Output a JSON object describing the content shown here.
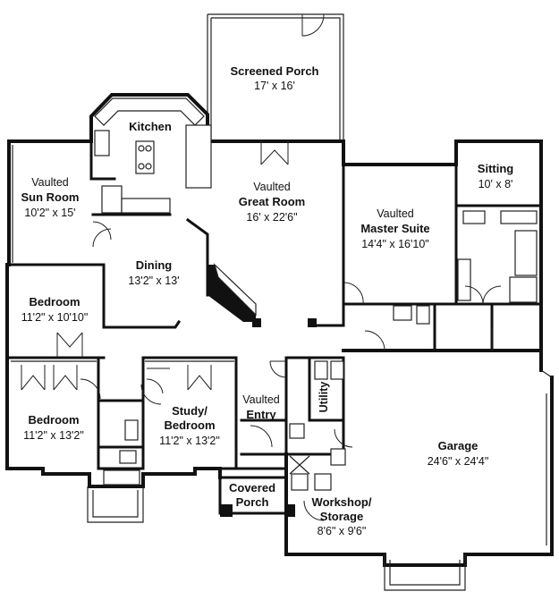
{
  "rooms": {
    "screened_porch": {
      "name": "Screened Porch",
      "dims": "17' x 16'"
    },
    "kitchen": {
      "name": "Kitchen"
    },
    "sun_room": {
      "prefix": "Vaulted",
      "name": "Sun Room",
      "dims": "10'2\" x 15'"
    },
    "great_room": {
      "prefix": "Vaulted",
      "name": "Great Room",
      "dims": "16' x 22'6\""
    },
    "master_suite": {
      "prefix": "Vaulted",
      "name": "Master Suite",
      "dims": "14'4\" x 16'10\""
    },
    "sitting": {
      "name": "Sitting",
      "dims": "10' x 8'"
    },
    "dining": {
      "name": "Dining",
      "dims": "13'2\" x 13'"
    },
    "bedroom_upper": {
      "name": "Bedroom",
      "dims": "11'2\" x 10'10\""
    },
    "bedroom_lower": {
      "name": "Bedroom",
      "dims": "11'2\" x 13'2\""
    },
    "study": {
      "line1": "Study/",
      "line2": "Bedroom",
      "dims": "11'2\" x 13'2\""
    },
    "entry": {
      "prefix": "Vaulted",
      "name": "Entry"
    },
    "utility": {
      "name": "Utility"
    },
    "garage": {
      "name": "Garage",
      "dims": "24'6\" x 24'4\""
    },
    "covered_porch": {
      "line1": "Covered",
      "line2": "Porch"
    },
    "workshop": {
      "line1": "Workshop/",
      "line2": "Storage",
      "dims": "8'6\" x 9'6\""
    }
  }
}
